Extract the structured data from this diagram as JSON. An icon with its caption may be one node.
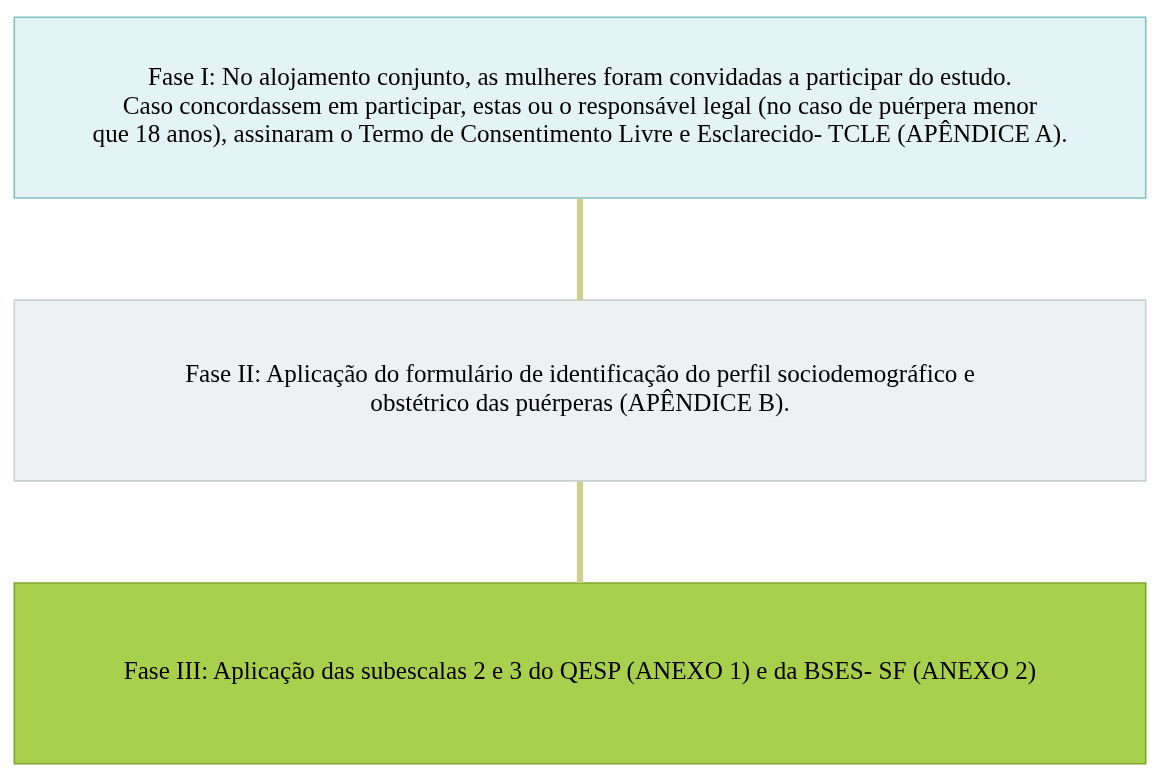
{
  "diagram": {
    "nodes": [
      {
        "text": [
          "Fase I: No alojamento conjunto, as mulheres foram convidadas a participar do estudo. Caso concordassem em participar, estas ou o responsável legal (no caso de puérpera menor que 18 anos), assinaram o Termo de Consentimento Livre e Esclarecido- TCLE (APÊNDICE A)."
        ]
      },
      {
        "text": [
          "Fase II: Aplicação do formulário de identificação do perfil sociodemográfico e obstétrico das puérperas (APÊNDICE B)."
        ]
      },
      {
        "text": [
          "Fase III: Aplicação das subescalas 2 e 3 do QESP (ANEXO 1) e da BSES- SF (ANEXO 2)"
        ]
      }
    ],
    "edges": [
      {
        "from": 0,
        "to": 1,
        "arrow": "none"
      },
      {
        "from": 1,
        "to": 2,
        "arrow": "none"
      }
    ]
  }
}
